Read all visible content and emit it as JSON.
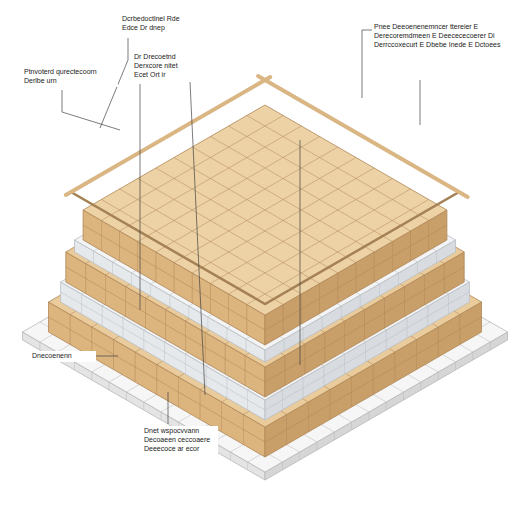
{
  "diagram": {
    "labels": [
      "Dcrbedoctlnel Rde Edce Dr dnep",
      "Pnee Deeoenenemncer ttereier E Derecoremdmeen E Deecececoerer Di Derrccoxecurt E Dbebe Inede E Dctoees",
      "Dr Drecoetnd Derxcore nitet Ecet Ort ir",
      "Ptnvoterd qurectecoorn Derlbe urn",
      "Dnecoenenn",
      "Dnet wspocvvann Decoaeen ceccoaere Deeecoce ar ecor"
    ]
  }
}
